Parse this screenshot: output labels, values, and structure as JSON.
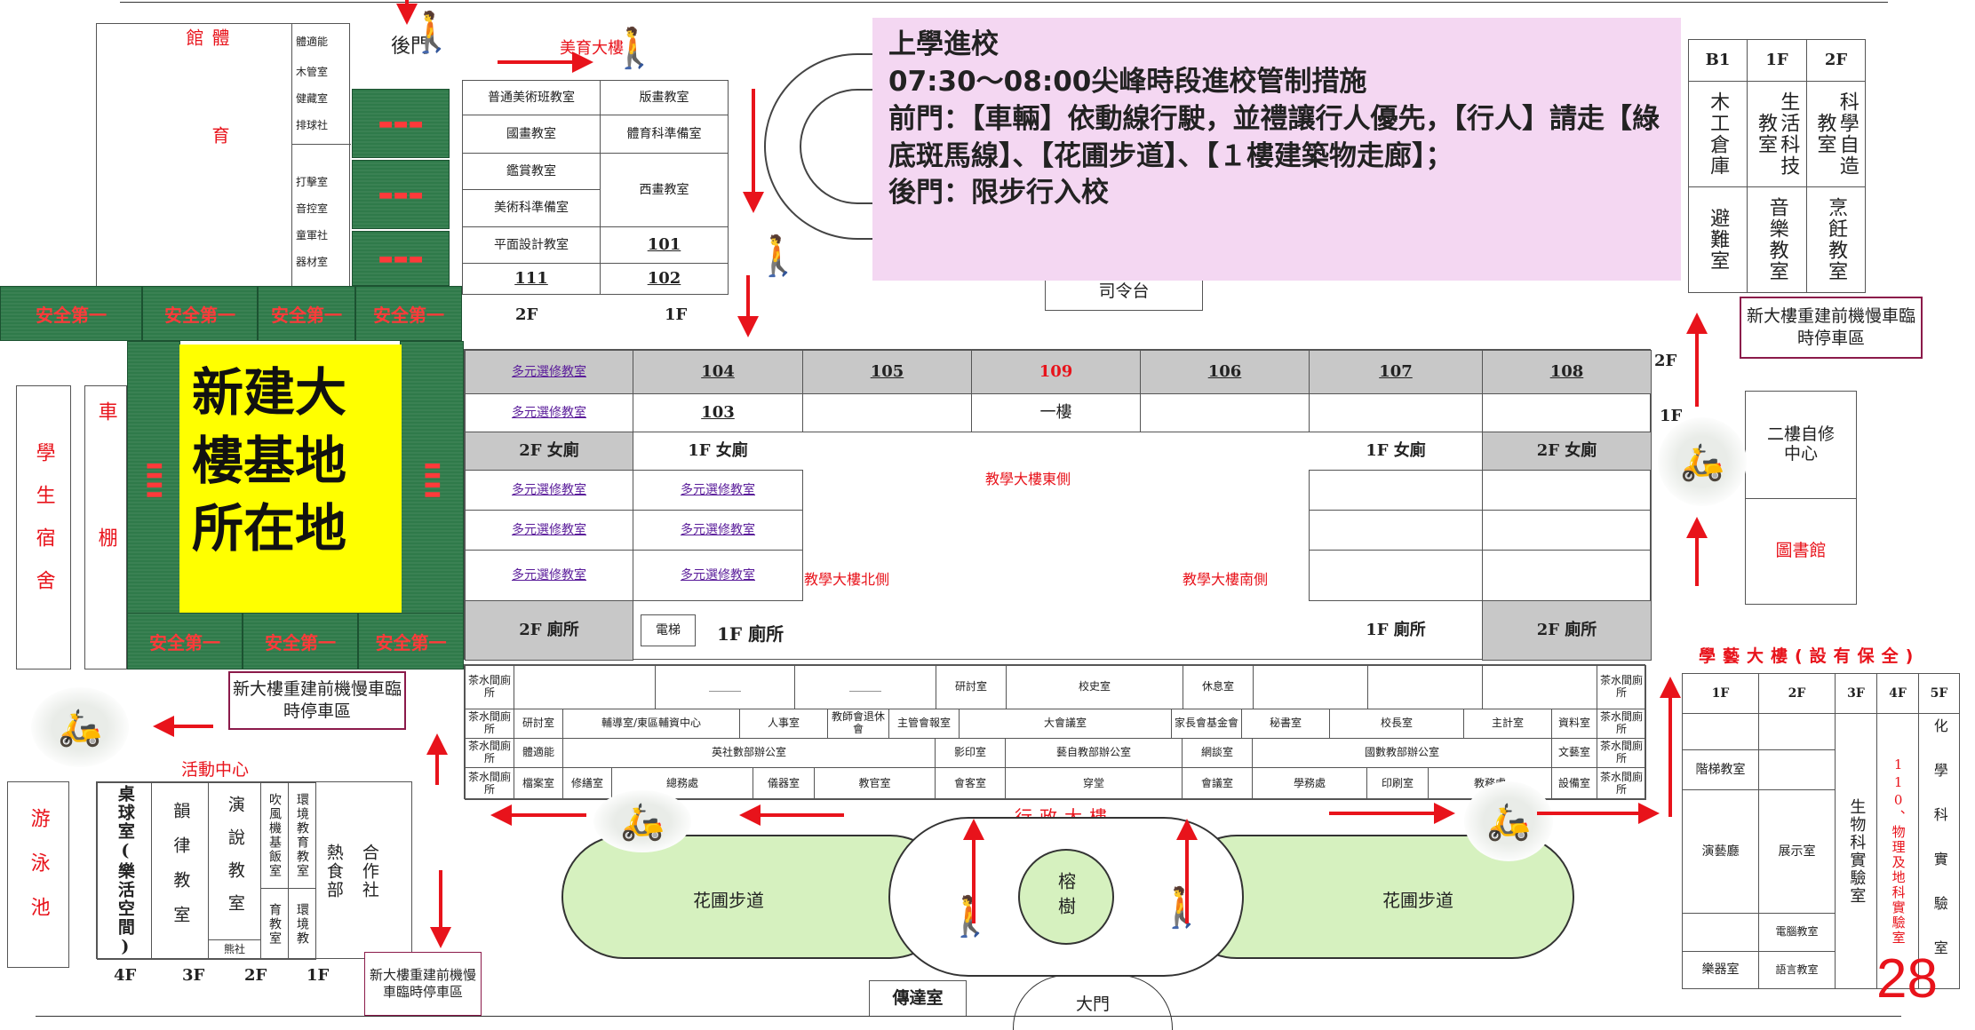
{
  "notice": {
    "line1": "上學進校",
    "line2": "07:30～08:00尖峰時段進校管制措施",
    "line3": "前門：【車輛】依動線行駛，並禮讓行人優先，【行人】請走【綠底斑馬線】、【花圃步道】、【１樓建築物走廊】；",
    "line4": "後門：限步行入校"
  },
  "page_number": "28",
  "construction_site": "新建大樓基地所在地",
  "safety_sign": "安全第一",
  "temp_parking": "新大樓重建前機慢車臨時停車區",
  "gym": {
    "name": "體育館",
    "rooms": [
      "體適能",
      "木管室",
      "健藏室",
      "排球社",
      "打擊室",
      "音控室",
      "童軍社",
      "器材室"
    ]
  },
  "art_building": {
    "name": "美育大樓",
    "back_gate": "後門",
    "rooms": [
      "普通美術班教室",
      "版畫教室",
      "國畫教室",
      "體育科準備室",
      "鑑賞教室",
      "西畫教室",
      "美術科準備室",
      "平面設計教室",
      "101",
      "111",
      "102"
    ],
    "floors": [
      "2F",
      "1F"
    ]
  },
  "podium": "司令台",
  "dormitory": "學生宿舍",
  "bike_shed": "車棚",
  "teaching_building": {
    "row1": [
      "多元選修教室",
      "104",
      "105",
      "109",
      "106",
      "107",
      "108"
    ],
    "row2": [
      "多元選修教室",
      "103",
      "一樓"
    ],
    "north": "教學大樓北側",
    "east": "教學大樓東側",
    "south": "教學大樓南側",
    "womens_2f": "2F 女廁",
    "womens_1f": "1F 女廁",
    "restroom_2f": "2F 廁所",
    "restroom_1f": "1F 廁所",
    "elevator": "電梯",
    "elective": "多元選修教室",
    "floor_2f": "2F",
    "floor_1f": "1F"
  },
  "right_block": {
    "headers": [
      "B1",
      "1F",
      "2F"
    ],
    "col1": [
      "木工倉庫",
      "避難室"
    ],
    "col2": [
      "生活科技教室",
      "音樂教室"
    ],
    "col3": [
      "科學自造教室",
      "烹飪教室"
    ]
  },
  "self_study": "二樓自修中心",
  "library": "圖書館",
  "xueyi": {
    "title": "學藝大樓(設有保全)",
    "headers": [
      "1F",
      "2F",
      "3F",
      "4F",
      "5F"
    ],
    "rooms": [
      "階梯教室",
      "演藝廳",
      "展示室",
      "電腦教室",
      "樂器室",
      "語言教室",
      "生物科實驗室",
      "110、物理及地科實驗室",
      "化學科實驗室"
    ]
  },
  "admin": {
    "name": "行政大樓",
    "row1": [
      "茶水間廁所",
      "研討室",
      "校史室",
      "休息室",
      "茶水間廁所"
    ],
    "row2": [
      "茶水間廁所",
      "研討室",
      "輔導室/東區輔資中心",
      "人事室",
      "教師會退休會",
      "主管會報室",
      "大會議室",
      "家長會基金會",
      "秘書室",
      "校長室",
      "主計室",
      "資料室",
      "茶水間廁所"
    ],
    "row3": [
      "茶水間廁所",
      "體適能",
      "英社數部辦公室",
      "影印室",
      "藝自教部辦公室",
      "網談室",
      "國數教部辦公室",
      "文藝室",
      "茶水間廁所"
    ],
    "row4": [
      "茶水間廁所",
      "檔案室",
      "修繕室",
      "總務處",
      "儀器室",
      "教官室",
      "會客室",
      "穿堂",
      "會議室",
      "學務處",
      "印刷室",
      "教務處",
      "設備室",
      "茶水間廁所"
    ]
  },
  "activity": {
    "name": "活動中心",
    "rooms": [
      "桌球室(樂活空間)",
      "韻律教室",
      "演說教室",
      "吹風機基飯室",
      "環境教育教室",
      "熱食部",
      "合作社",
      "育教室",
      "環境教",
      "熊社"
    ],
    "floors": [
      "4F",
      "3F",
      "2F",
      "1F"
    ]
  },
  "pool": "游泳池",
  "garden_path": "花圃步道",
  "banyan": "榕樹",
  "guard_room": "傳達室",
  "main_gate": "大門"
}
